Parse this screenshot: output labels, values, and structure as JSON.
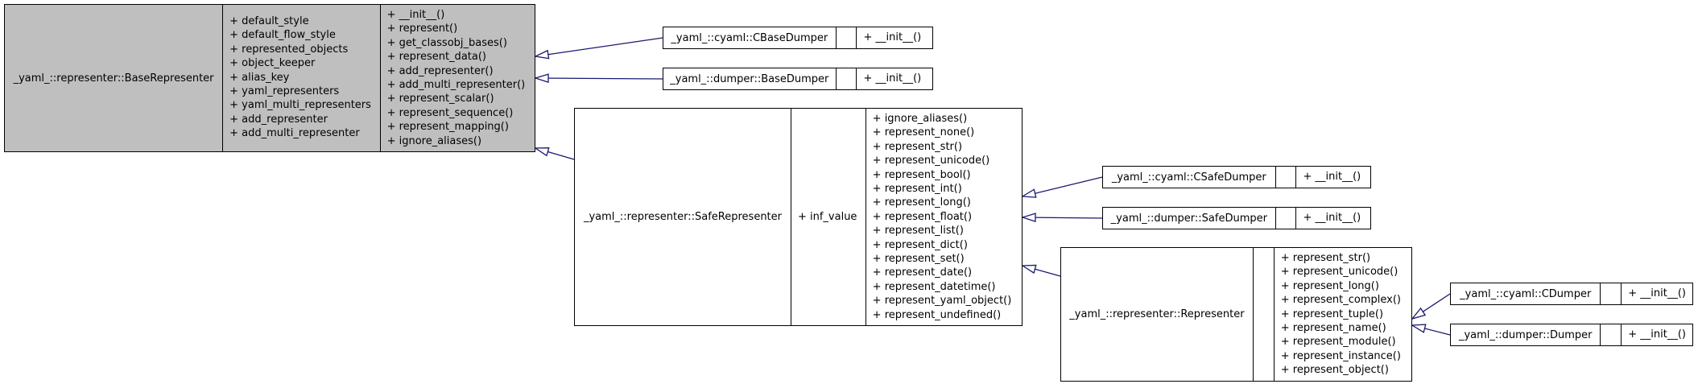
{
  "classes": {
    "base_representer": {
      "name": "_yaml_::representer::BaseRepresenter",
      "attributes": [
        "+ default_style",
        "+ default_flow_style",
        "+ represented_objects",
        "+ object_keeper",
        "+ alias_key",
        "+ yaml_representers",
        "+ yaml_multi_representers",
        "+ add_representer",
        "+ add_multi_representer"
      ],
      "methods": [
        "+ __init__()",
        "+ represent()",
        "+ get_classobj_bases()",
        "+ represent_data()",
        "+ add_representer()",
        "+ add_multi_representer()",
        "+ represent_scalar()",
        "+ represent_sequence()",
        "+ represent_mapping()",
        "+ ignore_aliases()"
      ]
    },
    "cyaml_cbasedumper": {
      "name": "_yaml_::cyaml::CBaseDumper",
      "methods": [
        "+ __init__()"
      ]
    },
    "dumper_basedumper": {
      "name": "_yaml_::dumper::BaseDumper",
      "methods": [
        "+ __init__()"
      ]
    },
    "safe_representer": {
      "name": "_yaml_::representer::SafeRepresenter",
      "attributes": [
        "+ inf_value"
      ],
      "methods": [
        "+ ignore_aliases()",
        "+ represent_none()",
        "+ represent_str()",
        "+ represent_unicode()",
        "+ represent_bool()",
        "+ represent_int()",
        "+ represent_long()",
        "+ represent_float()",
        "+ represent_list()",
        "+ represent_dict()",
        "+ represent_set()",
        "+ represent_date()",
        "+ represent_datetime()",
        "+ represent_yaml_object()",
        "+ represent_undefined()"
      ]
    },
    "cyaml_csafedumper": {
      "name": "_yaml_::cyaml::CSafeDumper",
      "methods": [
        "+ __init__()"
      ]
    },
    "dumper_safedumper": {
      "name": "_yaml_::dumper::SafeDumper",
      "methods": [
        "+ __init__()"
      ]
    },
    "representer": {
      "name": "_yaml_::representer::Representer",
      "methods": [
        "+ represent_str()",
        "+ represent_unicode()",
        "+ represent_long()",
        "+ represent_complex()",
        "+ represent_tuple()",
        "+ represent_name()",
        "+ represent_module()",
        "+ represent_instance()",
        "+ represent_object()"
      ]
    },
    "cyaml_cdumper": {
      "name": "_yaml_::cyaml::CDumper",
      "methods": [
        "+ __init__()"
      ]
    },
    "dumper_dumper": {
      "name": "_yaml_::dumper::Dumper",
      "methods": [
        "+ __init__()"
      ]
    }
  },
  "inheritance": [
    {
      "child": "cyaml_cbasedumper",
      "parent": "base_representer"
    },
    {
      "child": "dumper_basedumper",
      "parent": "base_representer"
    },
    {
      "child": "safe_representer",
      "parent": "base_representer"
    },
    {
      "child": "cyaml_csafedumper",
      "parent": "safe_representer"
    },
    {
      "child": "dumper_safedumper",
      "parent": "safe_representer"
    },
    {
      "child": "representer",
      "parent": "safe_representer"
    },
    {
      "child": "cyaml_cdumper",
      "parent": "representer"
    },
    {
      "child": "dumper_dumper",
      "parent": "representer"
    }
  ],
  "colors": {
    "highlight_fill": "#bfbfbf",
    "edge": "#191970",
    "border": "#000000"
  }
}
